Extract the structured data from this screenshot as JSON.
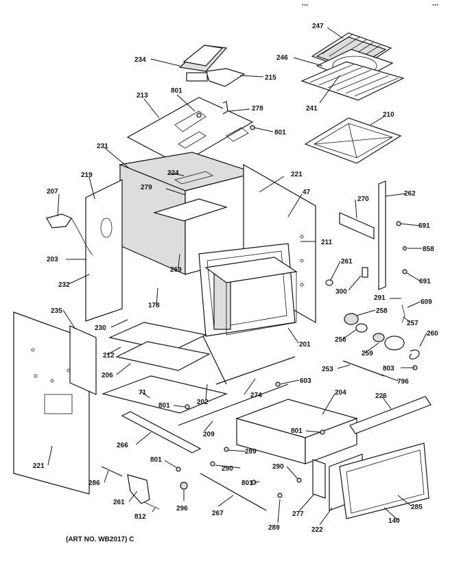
{
  "header_fragments": [
    "...",
    "..."
  ],
  "art_number": "(ART NO. WB2017) C",
  "labels": [
    "247",
    "246",
    "234",
    "215",
    "241",
    "210",
    "801",
    "213",
    "278",
    "801",
    "231",
    "224",
    "221",
    "219",
    "279",
    "47",
    "207",
    "270",
    "262",
    "691",
    "211",
    "858",
    "203",
    "269",
    "261",
    "300",
    "691",
    "232",
    "178",
    "291",
    "609",
    "258",
    "257",
    "235",
    "230",
    "201",
    "256",
    "260",
    "259",
    "212",
    "206",
    "803",
    "253",
    "796",
    "603",
    "71",
    "274",
    "801",
    "202",
    "204",
    "226",
    "209",
    "801",
    "266",
    "289",
    "801",
    "290",
    "290",
    "801",
    "286",
    "261",
    "296",
    "267",
    "277",
    "812",
    "289",
    "222",
    "285",
    "140",
    "221"
  ]
}
